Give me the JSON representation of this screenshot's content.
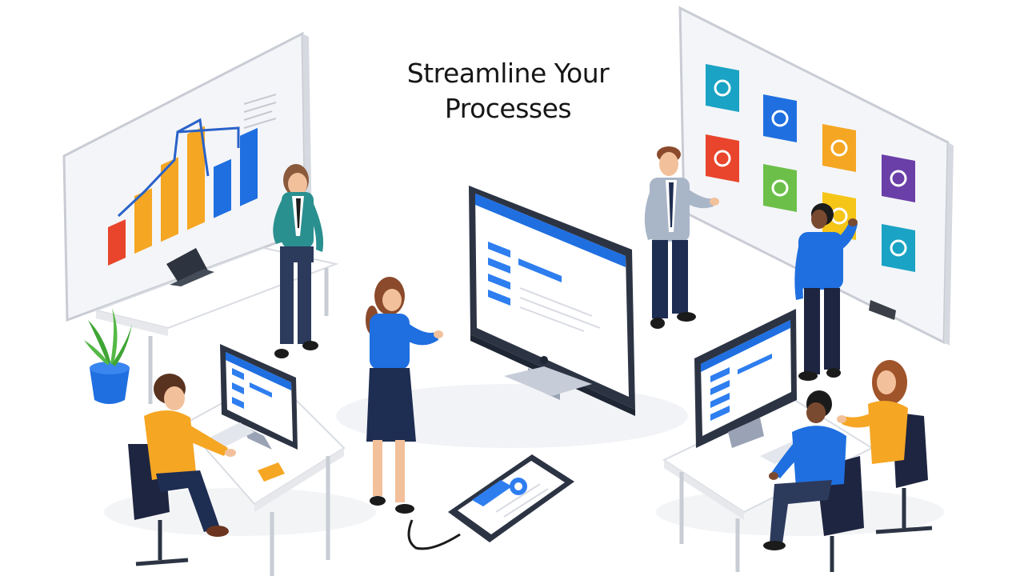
{
  "headline": {
    "line1": "Streamline Your",
    "line2": "Processes"
  },
  "colors": {
    "accent_blue": "#1f6fe0",
    "orange": "#f5a623",
    "red": "#e8452c",
    "green": "#6cc04a",
    "purple": "#6a3fa8",
    "teal": "#1aa3c4",
    "navy": "#1e2d52"
  },
  "icons": [
    "location-pin-icon",
    "mail-icon",
    "checkmark-icon",
    "document-stack-icon",
    "location-pin-icon",
    "lightbulb-icon",
    "chat-icon",
    "lightbulb-icon"
  ],
  "chart_data": {
    "type": "bar",
    "values": [
      30,
      45,
      60,
      75,
      40,
      55
    ]
  }
}
